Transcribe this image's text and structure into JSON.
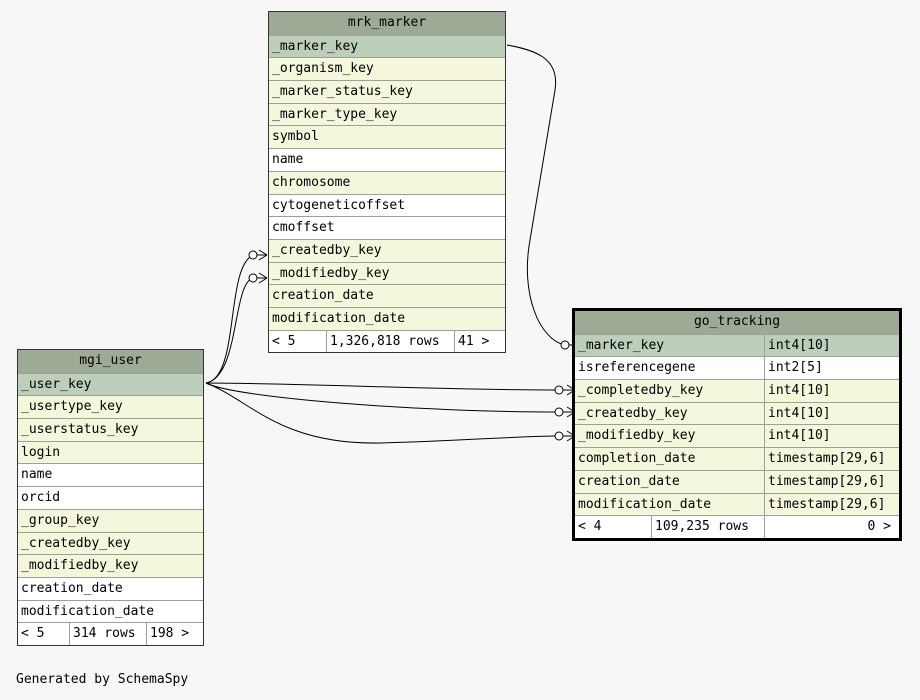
{
  "tables": {
    "mrk_marker": {
      "name": "mrk_marker",
      "columns": [
        {
          "name": "_marker_key",
          "kind": "pk"
        },
        {
          "name": "_organism_key",
          "kind": "fk"
        },
        {
          "name": "_marker_status_key",
          "kind": "fk"
        },
        {
          "name": "_marker_type_key",
          "kind": "fk"
        },
        {
          "name": "symbol",
          "kind": "fk"
        },
        {
          "name": "name",
          "kind": "plain"
        },
        {
          "name": "chromosome",
          "kind": "fk"
        },
        {
          "name": "cytogeneticoffset",
          "kind": "plain"
        },
        {
          "name": "cmoffset",
          "kind": "plain"
        },
        {
          "name": "_createdby_key",
          "kind": "fk"
        },
        {
          "name": "_modifiedby_key",
          "kind": "fk"
        },
        {
          "name": "creation_date",
          "kind": "fk"
        },
        {
          "name": "modification_date",
          "kind": "fk"
        }
      ],
      "footer": {
        "parents": "< 5",
        "rows": "1,326,818 rows",
        "children": "41 >"
      }
    },
    "mgi_user": {
      "name": "mgi_user",
      "columns": [
        {
          "name": "_user_key",
          "kind": "pk"
        },
        {
          "name": "_usertype_key",
          "kind": "fk"
        },
        {
          "name": "_userstatus_key",
          "kind": "fk"
        },
        {
          "name": "login",
          "kind": "fk"
        },
        {
          "name": "name",
          "kind": "plain"
        },
        {
          "name": "orcid",
          "kind": "plain"
        },
        {
          "name": "_group_key",
          "kind": "fk"
        },
        {
          "name": "_createdby_key",
          "kind": "fk"
        },
        {
          "name": "_modifiedby_key",
          "kind": "fk"
        },
        {
          "name": "creation_date",
          "kind": "plain"
        },
        {
          "name": "modification_date",
          "kind": "plain"
        }
      ],
      "footer": {
        "parents": "< 5",
        "rows": "314 rows",
        "children": "198 >"
      }
    },
    "go_tracking": {
      "name": "go_tracking",
      "columns": [
        {
          "name": "_marker_key",
          "type": "int4[10]",
          "kind": "pk"
        },
        {
          "name": "isreferencegene",
          "type": "int2[5]",
          "kind": "plain"
        },
        {
          "name": "_completedby_key",
          "type": "int4[10]",
          "kind": "fk"
        },
        {
          "name": "_createdby_key",
          "type": "int4[10]",
          "kind": "fk"
        },
        {
          "name": "_modifiedby_key",
          "type": "int4[10]",
          "kind": "fk"
        },
        {
          "name": "completion_date",
          "type": "timestamp[29,6]",
          "kind": "fk"
        },
        {
          "name": "creation_date",
          "type": "timestamp[29,6]",
          "kind": "fk"
        },
        {
          "name": "modification_date",
          "type": "timestamp[29,6]",
          "kind": "fk"
        }
      ],
      "footer": {
        "parents": "< 4",
        "rows": "109,235 rows",
        "children": "0 >"
      }
    }
  },
  "generated_by": "Generated by SchemaSpy"
}
